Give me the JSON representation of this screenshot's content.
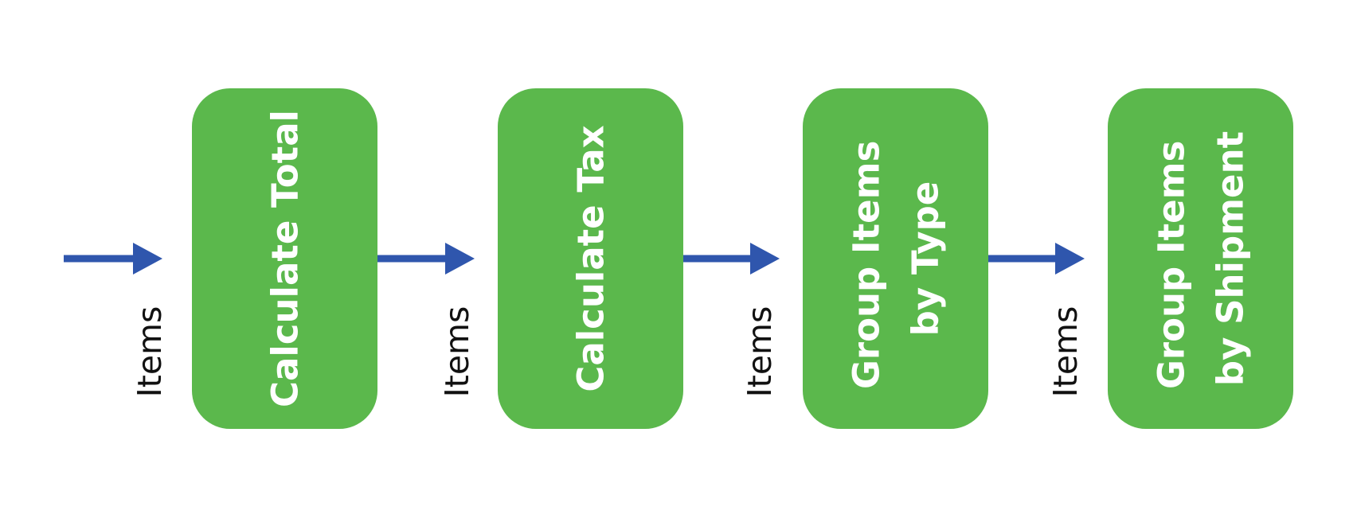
{
  "colors": {
    "node_fill": "#5bb84c",
    "arrow": "#2f56ad",
    "node_text": "#ffffff",
    "edge_label_text": "#111111"
  },
  "nodes": [
    {
      "lines": [
        "Calculate Total"
      ]
    },
    {
      "lines": [
        "Calculate Tax"
      ]
    },
    {
      "lines": [
        "Group Items",
        "by Type"
      ]
    },
    {
      "lines": [
        "Group Items",
        "by Shipment"
      ]
    }
  ],
  "edges": [
    {
      "label": "Items"
    },
    {
      "label": "Items"
    },
    {
      "label": "Items"
    },
    {
      "label": "Items"
    }
  ]
}
